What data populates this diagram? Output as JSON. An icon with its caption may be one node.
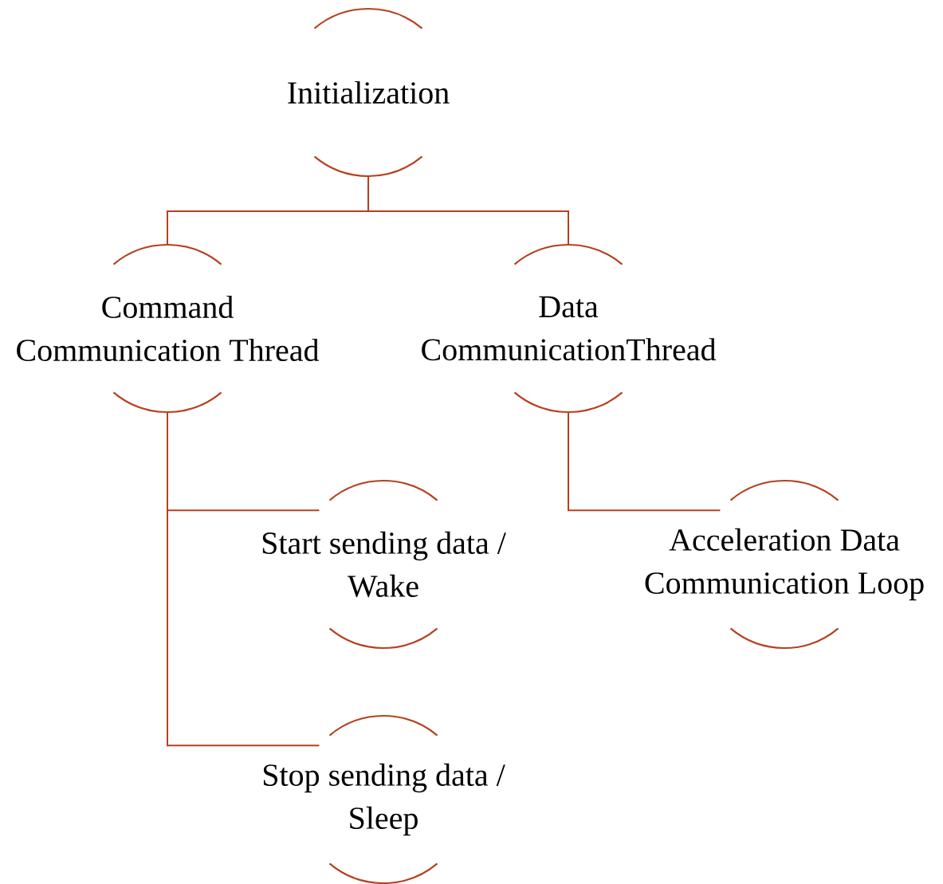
{
  "diagram": {
    "nodes": [
      {
        "text": [
          "Initialization"
        ]
      },
      {
        "text": [
          "Command Communication Thread"
        ]
      },
      {
        "text": [
          "Data CommunicationThread"
        ]
      },
      {
        "text": [
          "Start sending data / Wake"
        ]
      },
      {
        "text": [
          "Acceleration Data Communication Loop"
        ]
      },
      {
        "text": [
          "Stop sending data / Sleep"
        ]
      }
    ],
    "edges": [
      {
        "from": 0,
        "to": 1,
        "arrow": "none"
      },
      {
        "from": 0,
        "to": 2,
        "arrow": "none"
      },
      {
        "from": 1,
        "to": 3,
        "arrow": "none"
      },
      {
        "from": 1,
        "to": 5,
        "arrow": "none"
      },
      {
        "from": 2,
        "to": 4,
        "arrow": "none"
      }
    ]
  }
}
